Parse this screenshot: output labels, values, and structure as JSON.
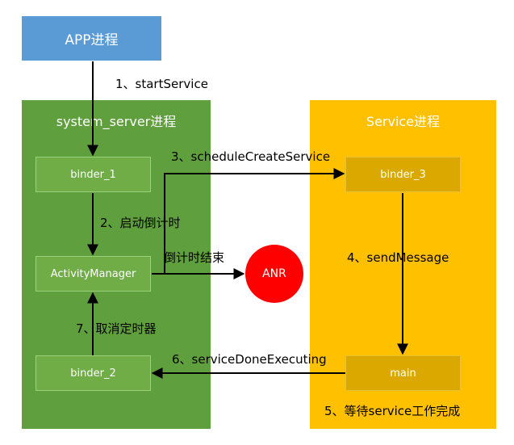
{
  "colors": {
    "app": "#5b9bd5",
    "system_server": "#5f9f3d",
    "system_server_child": "#70ad47",
    "service": "#ffc000",
    "service_child": "#dba800",
    "anr": "#ff0000",
    "arrow": "#000000"
  },
  "nodes": {
    "app": "APP进程",
    "system_server": "system_server进程",
    "service_process": "Service进程",
    "binder_1": "binder_1",
    "activity_manager": "ActivityManager",
    "binder_2": "binder_2",
    "binder_3": "binder_3",
    "main": "main",
    "anr": "ANR"
  },
  "edges": {
    "start_service": "1、startService",
    "start_timer": "2、启动倒计时",
    "schedule_create": "3、scheduleCreateService",
    "send_message": "4、sendMessage",
    "wait_service": "5、等待service工作完成",
    "service_done": "6、serviceDoneExecuting",
    "cancel_timer": "7、取消定时器",
    "timer_end": "倒计时结束"
  }
}
